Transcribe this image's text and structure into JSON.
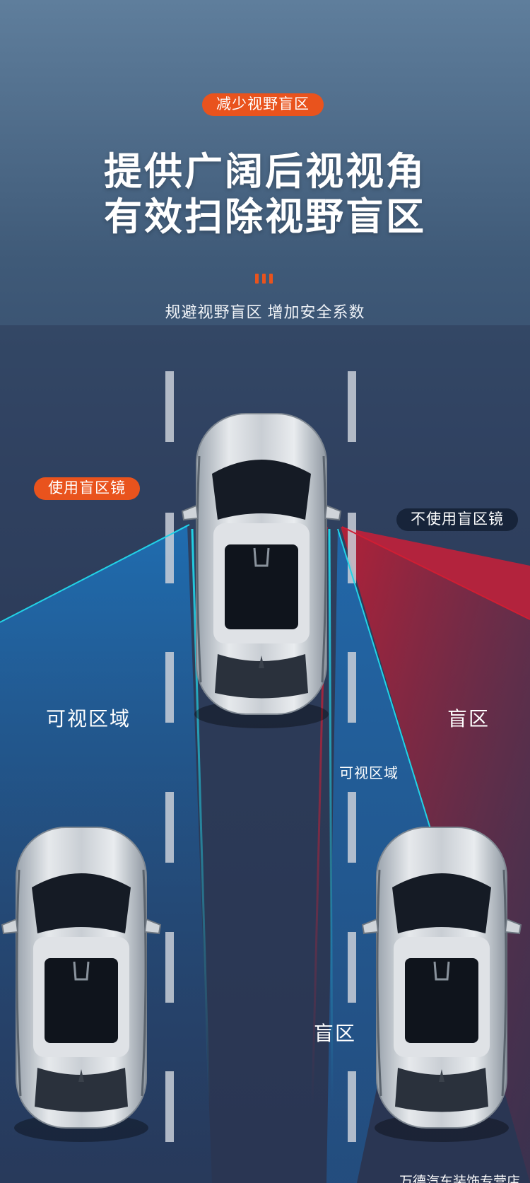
{
  "top_badge": "减少视野盲区",
  "headline_line1": "提供广阔后视视角",
  "headline_line2": "有效扫除视野盲区",
  "subtitle": "规避视野盲区 增加安全系数",
  "with_mirror_badge": "使用盲区镜",
  "without_mirror_badge": "不使用盲区镜",
  "labels": {
    "visible_left": "可视区域",
    "blind_right": "盲区",
    "visible_center": "可视区域",
    "blind_center": "盲区"
  },
  "shop_name": "万德汽车装饰专营店",
  "colors": {
    "accent_orange": "#e9531d",
    "visible_zone_blue": "#1f6fb4",
    "blind_zone_red": "#b81f36",
    "ray_cyan": "#22d3e6"
  }
}
